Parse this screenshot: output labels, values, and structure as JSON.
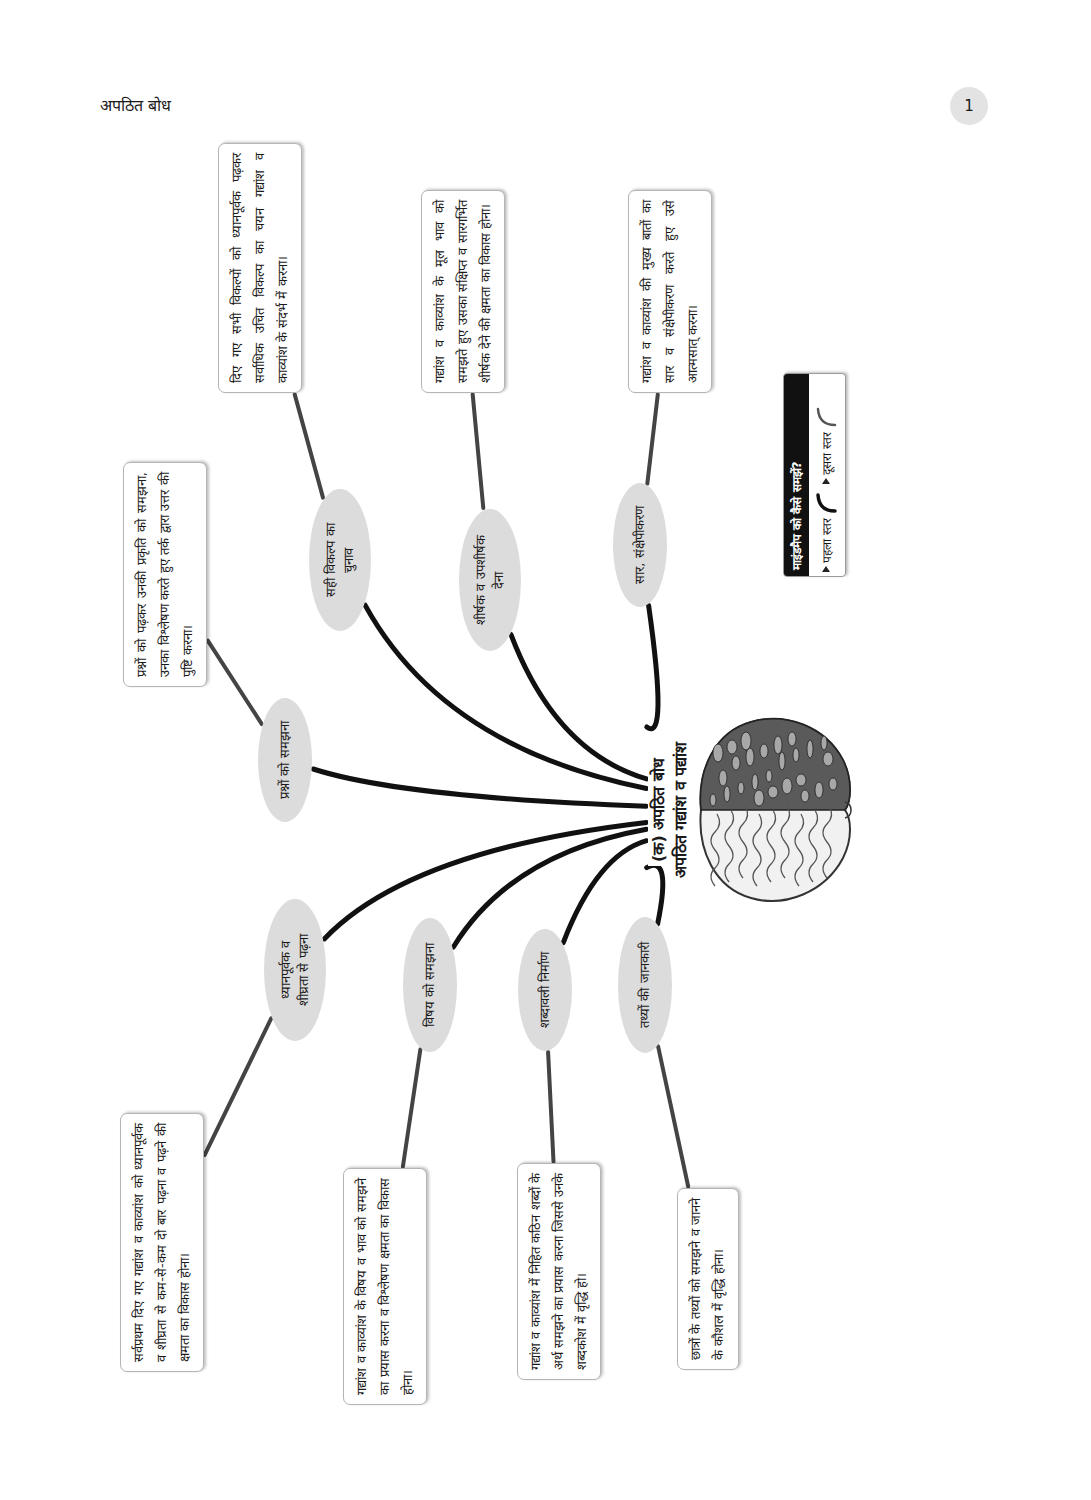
{
  "diagram": {
    "nodes": [
      {
        "text": [
          "(क) अपठित बोध",
          "अपठित गद्यांश व पद्यांश"
        ]
      },
      {
        "text": [
          "ध्यानपूर्वक व शीघ्रता से पढ़ना"
        ]
      },
      {
        "text": [
          "सर्वप्रथम दिए गए गद्यांश व काव्यांश को ध्यानपूर्वक व शीघ्रता से कम-से-कम दो बार पढ़ना व पढ़ने की क्षमता का विकास होना।"
        ]
      },
      {
        "text": [
          "विषय को समझना"
        ]
      },
      {
        "text": [
          "गद्यांश व काव्यांश के विषय व भाव को समझने का प्रयास करना व विश्लेषण क्षमता का विकास होना।"
        ]
      },
      {
        "text": [
          "शब्दावली निर्माण"
        ]
      },
      {
        "text": [
          "गद्यांश व काव्यांश में निहित कठिन शब्दों के अर्थ समझने का प्रयास करना जिससे उनके शब्दकोश में वृद्धि हो।"
        ]
      },
      {
        "text": [
          "तथ्यों की जानकारी"
        ]
      },
      {
        "text": [
          "छात्रों के तथ्यों को समझने व जानने के कौशल में वृद्धि होना।"
        ]
      },
      {
        "text": [
          "प्रश्नों को समझना"
        ]
      },
      {
        "text": [
          "प्रश्नों को पढ़कर उनकी प्रकृति को समझना, उनका विश्लेषण करते हुए तर्क द्वारा उत्तर की पुष्टि करना।"
        ]
      },
      {
        "text": [
          "सही विकल्प का चुनाव"
        ]
      },
      {
        "text": [
          "दिए गए सभी विकल्पों को ध्यानपूर्वक पढ़कर सर्वाधिक उचित विकल्प का चयन गद्यांश व काव्यांश के संदर्भ में करना।"
        ]
      },
      {
        "text": [
          "शीर्षक व उपशीर्षक देना"
        ]
      },
      {
        "text": [
          "गद्यांश व काव्यांश के मूल भाव को समझते हुए उसका संक्षिप्त व सारगर्भित शीर्षक देने की क्षमता का विकास होना।"
        ]
      },
      {
        "text": [
          "सार, संक्षेपीकरण"
        ]
      },
      {
        "text": [
          "गद्यांश व काव्यांश की मुख्य बातों का सार व संक्षेपीकरण करते हुए उसे आत्मसात् करना।"
        ]
      }
    ],
    "edges": [
      {
        "from": 0,
        "to": 1,
        "arrow": "none"
      },
      {
        "from": 1,
        "to": 2,
        "arrow": "none"
      },
      {
        "from": 0,
        "to": 3,
        "arrow": "none"
      },
      {
        "from": 3,
        "to": 4,
        "arrow": "none"
      },
      {
        "from": 0,
        "to": 5,
        "arrow": "none"
      },
      {
        "from": 5,
        "to": 6,
        "arrow": "none"
      },
      {
        "from": 0,
        "to": 7,
        "arrow": "none"
      },
      {
        "from": 7,
        "to": 8,
        "arrow": "none"
      },
      {
        "from": 0,
        "to": 9,
        "arrow": "none"
      },
      {
        "from": 9,
        "to": 10,
        "arrow": "none"
      },
      {
        "from": 0,
        "to": 11,
        "arrow": "none"
      },
      {
        "from": 11,
        "to": 12,
        "arrow": "none"
      },
      {
        "from": 0,
        "to": 13,
        "arrow": "none"
      },
      {
        "from": 13,
        "to": 14,
        "arrow": "none"
      },
      {
        "from": 0,
        "to": 15,
        "arrow": "none"
      },
      {
        "from": 15,
        "to": 16,
        "arrow": "none"
      }
    ],
    "labels": [
      "अपठित बोध",
      "1",
      "माइंडमैप को कैसे समझें?"
    ],
    "legend": [
      {
        "text": "पहला स्तर"
      },
      {
        "text": "दूसरा स्तर"
      }
    ]
  }
}
